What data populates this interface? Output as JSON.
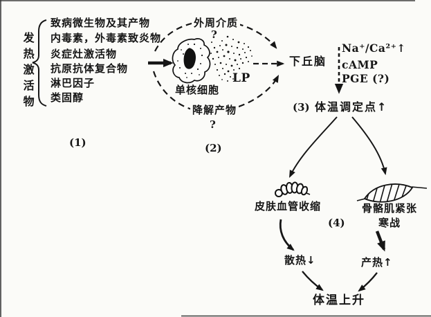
{
  "stages": {
    "one": "(1)",
    "two": "(2)",
    "three": "(3)",
    "four": "(4)"
  },
  "activators": {
    "group_label": "发热激活物",
    "items": [
      "致病微生物及其产物",
      "内毒素，外毒素致炎物",
      "炎症灶激活物",
      "抗原抗体复合物",
      "淋巴因子",
      "类固醇"
    ]
  },
  "monocyte": {
    "cell_label": "单核细胞",
    "pyrogen_label": "LP",
    "top_route_label": "外周介质",
    "top_route_mark": "?",
    "bottom_route_label": "降解产物",
    "bottom_route_mark": "?"
  },
  "hypothalamus": {
    "label": "下丘脑",
    "mediators": [
      "Na⁺/Ca²⁺↑",
      "cAMP",
      "PGE (?)"
    ],
    "setpoint_label": "体温调定点↑"
  },
  "effectors": {
    "vasoconstriction_label": "皮肤血管收缩",
    "muscle_label_line1": "骨骼肌紧张",
    "muscle_label_line2": "寒战",
    "heat_loss_label": "散热↓",
    "heat_production_label": "产热↑",
    "outcome_label": "体温上升"
  }
}
